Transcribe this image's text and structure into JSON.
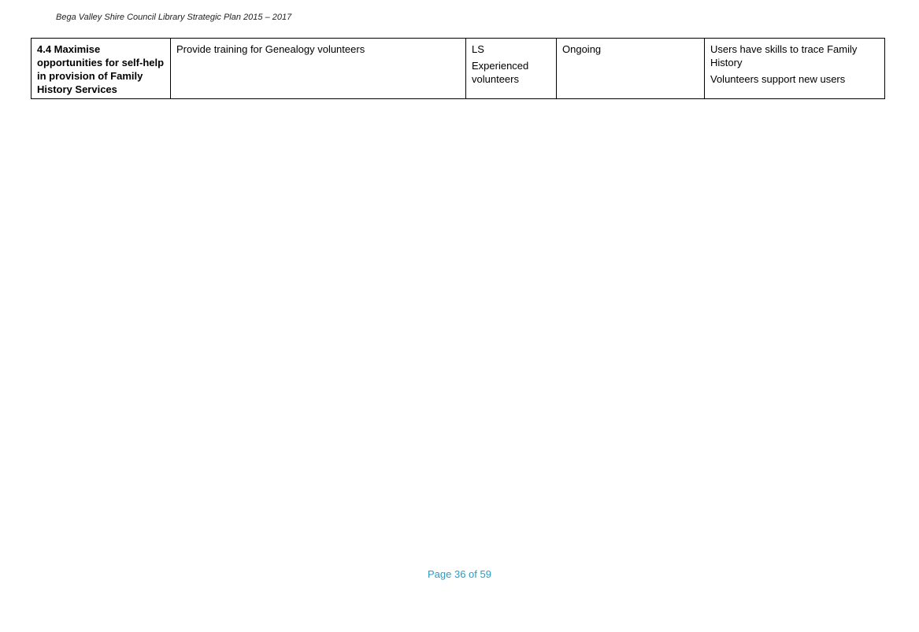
{
  "document": {
    "running_header": "Bega Valley Shire Council Library Strategic Plan 2015 – 2017"
  },
  "table": {
    "rows": [
      {
        "objective": "4.4 Maximise opportunities for self-help in provision of Family History Services",
        "action": "Provide training for Genealogy volunteers",
        "resources": [
          "LS",
          "Experienced volunteers"
        ],
        "timeframe": "Ongoing",
        "outcomes": [
          "Users have skills to trace Family History",
          "Volunteers support new users"
        ]
      }
    ]
  },
  "footer": {
    "page_label": "Page 36 of 59",
    "color": "#2a9bbf"
  }
}
